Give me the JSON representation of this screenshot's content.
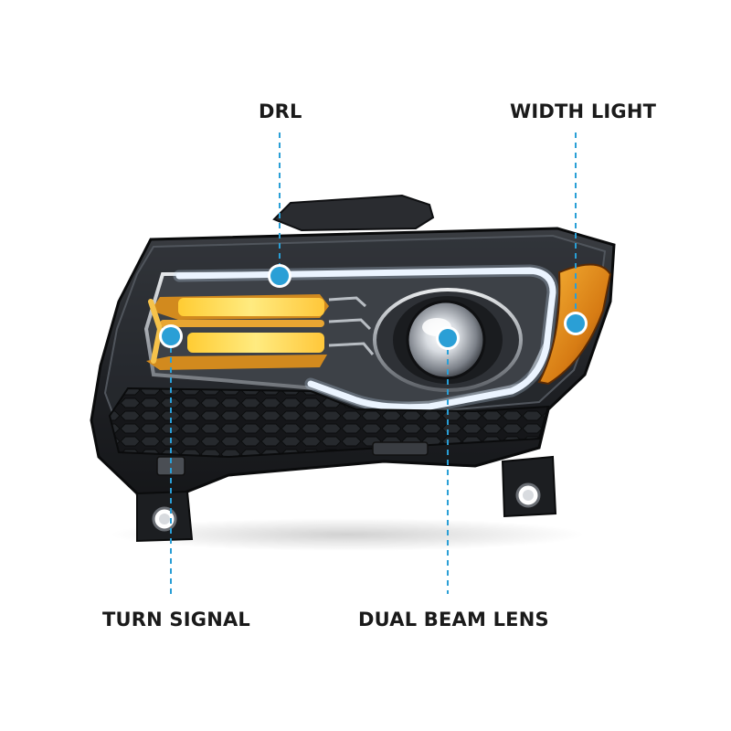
{
  "callouts": {
    "drl": "DRL",
    "width_light": "WIDTH LIGHT",
    "turn_signal": "TURN SIGNAL",
    "dual_beam_lens": "DUAL BEAM LENS"
  },
  "colors": {
    "accent_marker": "#2a9fd6",
    "marker_ring": "#ffffff",
    "housing": "#1b1d20",
    "chrome": "#c9ccd0",
    "amber": "#f0a020",
    "drl_glow": "#ffe27a",
    "label_text": "#1a1a1a"
  }
}
